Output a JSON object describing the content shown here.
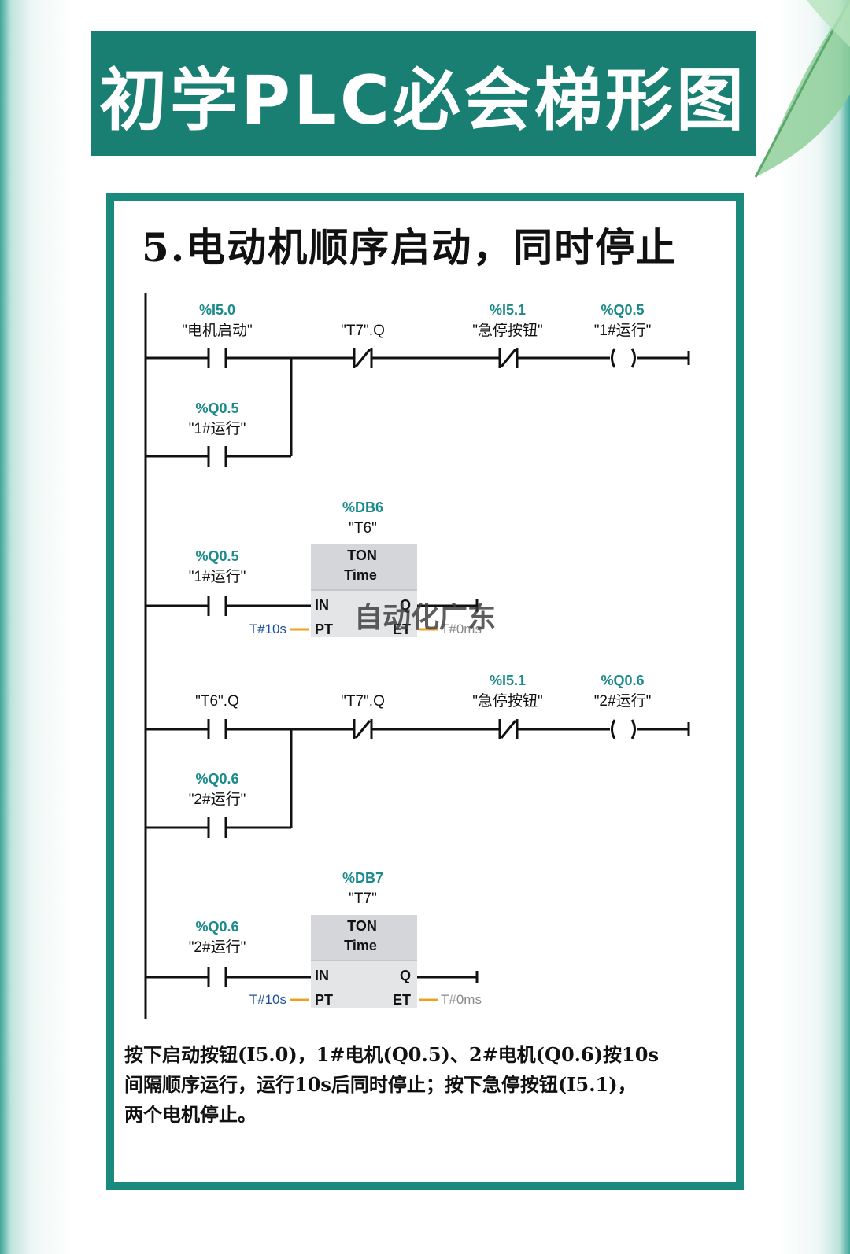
{
  "banner": {
    "title": "初学PLC必会梯形图"
  },
  "section": {
    "title": "5.电动机顺序启动，同时停止"
  },
  "ladder": {
    "r1c1_addr": "%I5.0",
    "r1c1_name": "\"电机启动\"",
    "r1c2_name": "\"T7\".Q",
    "r1c3_addr": "%I5.1",
    "r1c3_name": "\"急停按钮\"",
    "r1c4_addr": "%Q0.5",
    "r1c4_name": "\"1#运行\"",
    "r1b_addr": "%Q0.5",
    "r1b_name": "\"1#运行\"",
    "t1_db": "%DB6",
    "t1_name": "\"T6\"",
    "t1_type": "TON",
    "t1_sub": "Time",
    "t1_in_addr": "%Q0.5",
    "t1_in_name": "\"1#运行\"",
    "t1_pt": "T#10s",
    "t1_et": "T#0ms",
    "pin_in": "IN",
    "pin_pt": "PT",
    "pin_q": "Q",
    "pin_et": "ET",
    "r3c1_name": "\"T6\".Q",
    "r3c2_name": "\"T7\".Q",
    "r3c3_addr": "%I5.1",
    "r3c3_name": "\"急停按钮\"",
    "r3c4_addr": "%Q0.6",
    "r3c4_name": "\"2#运行\"",
    "r3b_addr": "%Q0.6",
    "r3b_name": "\"2#运行\"",
    "t2_db": "%DB7",
    "t2_name": "\"T7\"",
    "t2_type": "TON",
    "t2_sub": "Time",
    "t2_in_addr": "%Q0.6",
    "t2_in_name": "\"2#运行\"",
    "t2_pt": "T#10s",
    "t2_et": "T#0ms"
  },
  "watermark": "自动化广东",
  "description": {
    "line1": "按下启动按钮(I5.0)，1#电机(Q0.5)、2#电机(Q0.6)按10s",
    "line2": "间隔顺序运行，运行10s后同时停止；按下急停按钮(I5.1)，",
    "line3": "两个电机停止。"
  },
  "colors": {
    "teal": "#1a7f73",
    "addr": "#1a8a8a",
    "wire_orange": "#f0a020",
    "block_gray": "#d9dadc"
  }
}
